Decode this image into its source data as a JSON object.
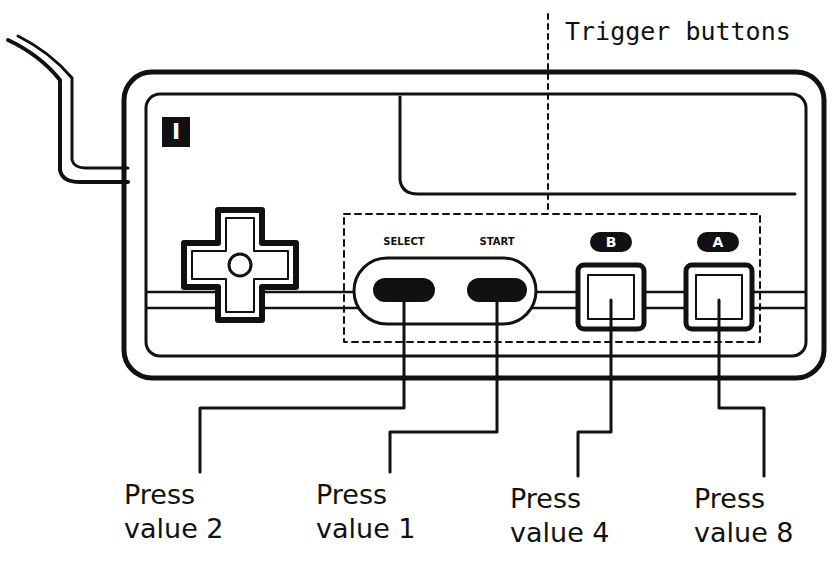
{
  "diagram": {
    "labels": [
      "Trigger buttons",
      "I",
      "SELECT",
      "START",
      "B",
      "A",
      "Press value 2",
      "Press value 1",
      "Press value 4",
      "Press value 8"
    ]
  }
}
